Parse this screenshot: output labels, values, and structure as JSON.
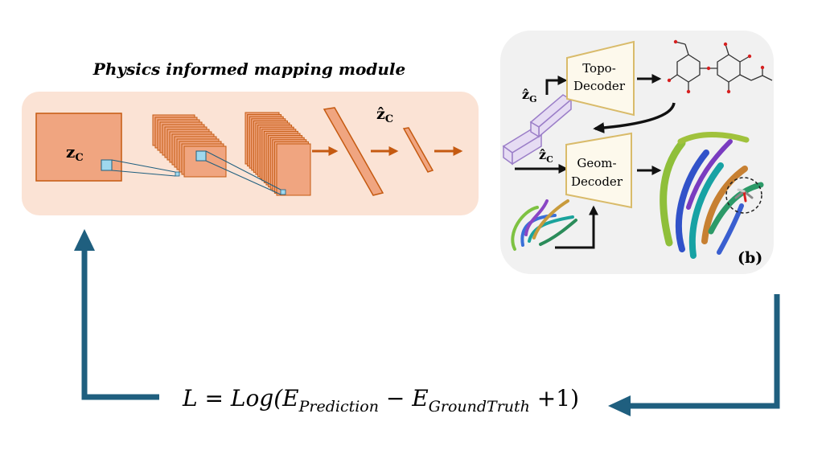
{
  "module": {
    "title": "Physics informed mapping module",
    "input_label": "z",
    "input_sub": "C",
    "output_label": "ẑ",
    "output_sub": "C"
  },
  "panel_b": {
    "zg_label": "ẑ",
    "zg_sub": "G",
    "zc_label": "ẑ",
    "zc_sub": "C",
    "topo_line1": "Topo-",
    "topo_line2": "Decoder",
    "geom_line1": "Geom-",
    "geom_line2": "Decoder",
    "panel_label": "(b)"
  },
  "loss": {
    "lhs": "L = Log(E",
    "pred_sub": "Prediction",
    "minus": " − E",
    "gt_sub": "GroundTruth",
    "tail": " +1)"
  },
  "colors": {
    "module_bg": "#fbe3d5",
    "orange_fill": "#f0a580",
    "orange_stroke": "#c55a11",
    "arrow_blue": "#1f5f7f",
    "trapezoid_fill": "#fdf9ec",
    "trapezoid_stroke": "#d9bb6a",
    "panel_bg": "#f1f1f1",
    "purple": "#9b7ec8"
  }
}
